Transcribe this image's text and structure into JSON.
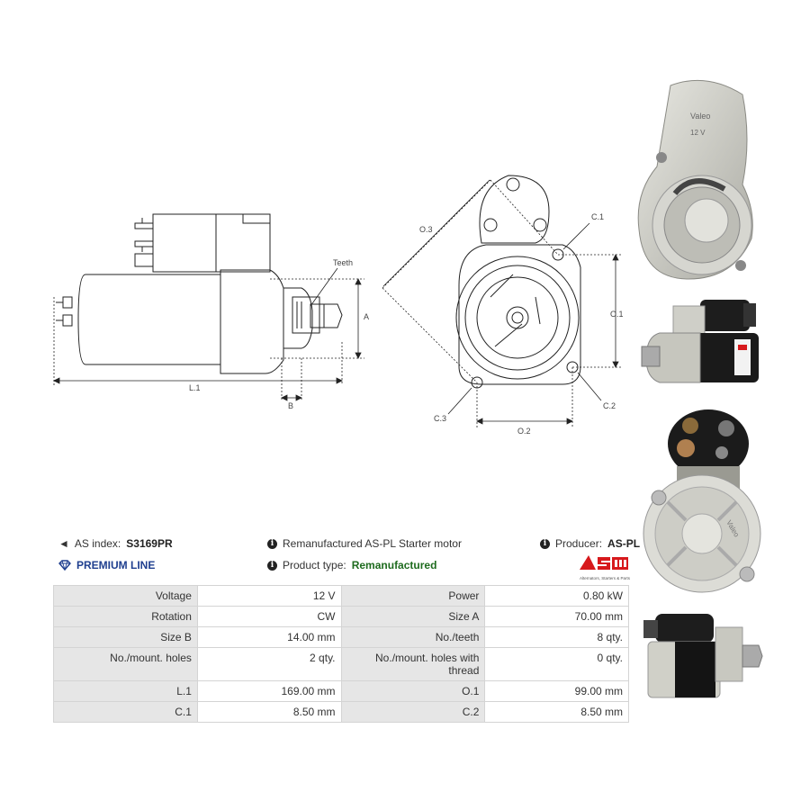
{
  "drawing_labels": {
    "teeth": "Teeth",
    "a": "A",
    "b": "B",
    "l1": "L.1",
    "c1": "C.1",
    "c2": "C.2",
    "c3": "C.3",
    "o1": "O.1",
    "o2": "O.2",
    "o3": "O.3"
  },
  "header": {
    "as_index_label": "AS index:",
    "as_index_value": "S3169PR",
    "premium_line": "PREMIUM LINE",
    "description": "Remanufactured AS-PL Starter motor",
    "product_type_label": "Product type:",
    "product_type_value": "Remanufactured",
    "producer_label": "Producer:",
    "producer_value": "AS-PL",
    "logo_tagline": "Alternators, Starters & Parts"
  },
  "specs": [
    [
      "Voltage",
      "12 V",
      "Power",
      "0.80 kW"
    ],
    [
      "Rotation",
      "CW",
      "Size A",
      "70.00 mm"
    ],
    [
      "Size B",
      "14.00 mm",
      "No./teeth",
      "8 qty."
    ],
    [
      "No./mount. holes",
      "2 qty.",
      "No./mount. holes with thread",
      "0 qty."
    ],
    [
      "L.1",
      "169.00 mm",
      "O.1",
      "99.00 mm"
    ],
    [
      "C.1",
      "8.50 mm",
      "C.2",
      "8.50 mm"
    ]
  ],
  "photos": {
    "p1_text": "Valeo",
    "p1_voltage": "12 V",
    "p4_text": "Valeo"
  },
  "colors": {
    "premium_blue": "#1f3f8f",
    "product_type_green": "#1e6b1e",
    "logo_red": "#d7191c",
    "table_key_bg": "#e6e6e6"
  }
}
